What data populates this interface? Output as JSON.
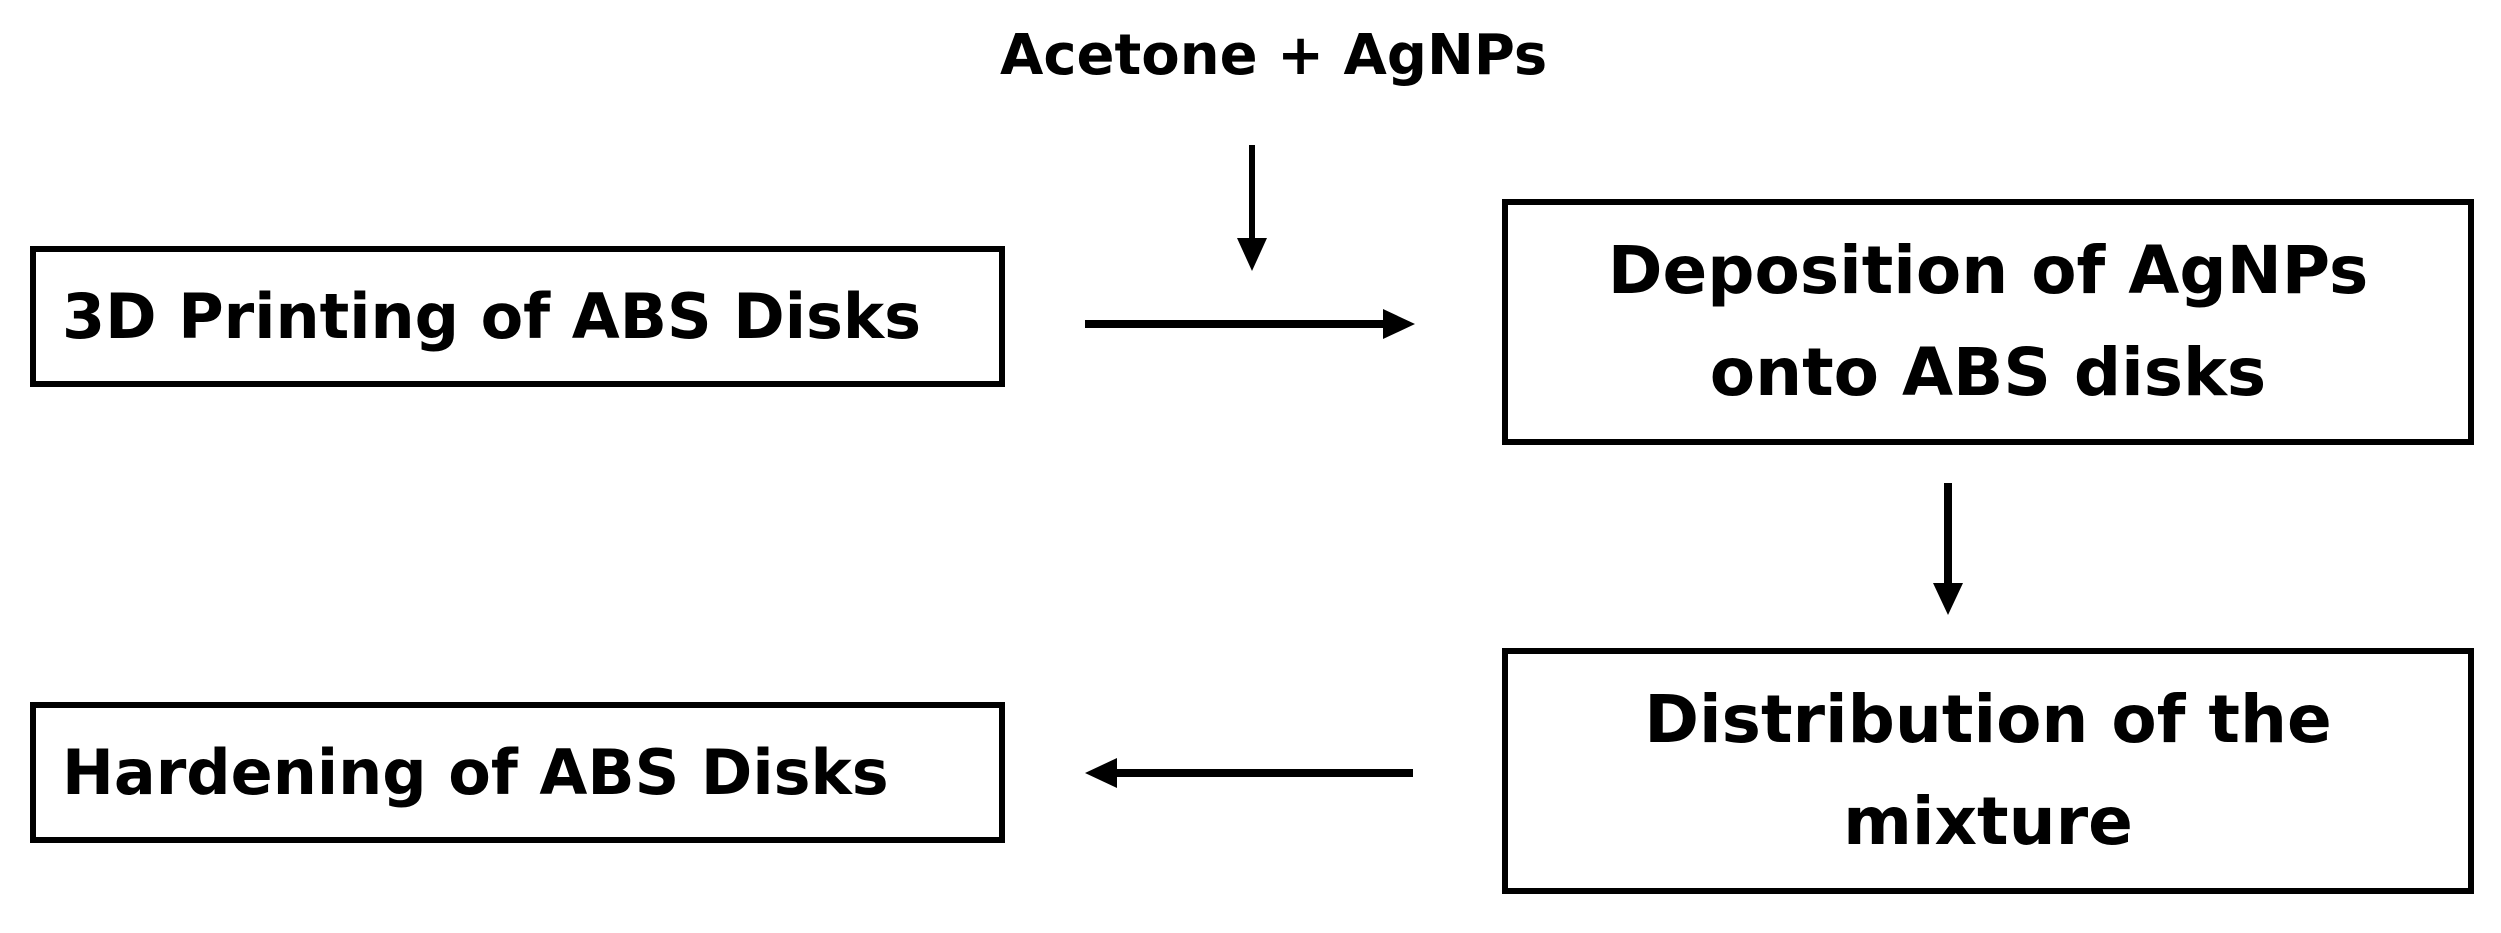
{
  "input": {
    "label": "Acetone + AgNPs"
  },
  "steps": [
    {
      "lines": [
        "3D Printing of ABS Disks"
      ]
    },
    {
      "lines": [
        "Deposition of AgNPs",
        "onto ABS disks"
      ]
    },
    {
      "lines": [
        "Distribution of the",
        "mixture"
      ]
    },
    {
      "lines": [
        "Hardening of ABS Disks"
      ]
    }
  ],
  "colors": {
    "stroke": "#000000",
    "background": "#ffffff"
  }
}
